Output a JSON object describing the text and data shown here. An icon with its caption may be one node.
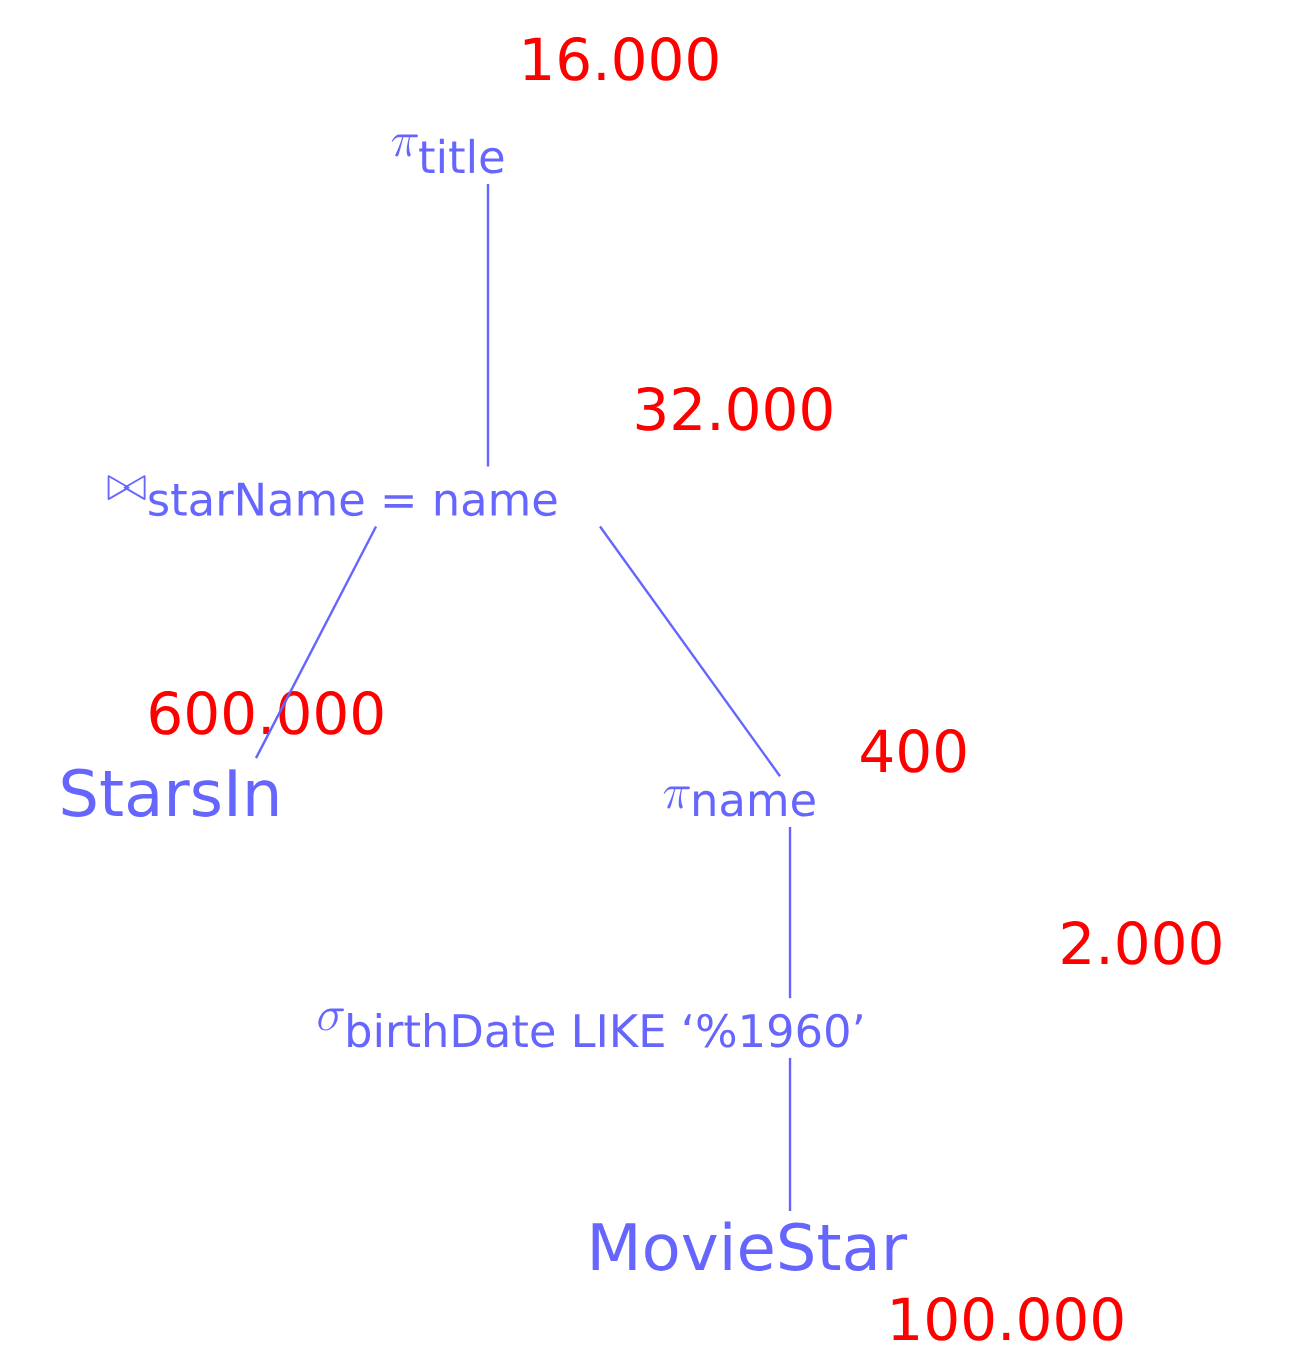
{
  "diagram": {
    "nodes": [
      {
        "text": [
          "\\pi_{\\text{title}}"
        ],
        "beside": [
          "16.000"
        ]
      },
      {
        "text": [
          "\\bowtie_{\\text{starName = name}}"
        ],
        "beside": [
          "32.000"
        ]
      },
      {
        "text": [
          "StarsIn"
        ],
        "beside": [
          "600.000"
        ]
      },
      {
        "text": [
          "\\pi_{\\text{name}}"
        ],
        "beside": [
          "400"
        ]
      },
      {
        "text": [
          "\\sigma_{\\text{birthDate LIKE ‘\\%1960’}}"
        ],
        "beside": [
          "2.000"
        ]
      },
      {
        "text": [
          "MovieStar"
        ],
        "beside": [
          "100.000"
        ]
      }
    ],
    "edges": [
      {
        "from": 0,
        "to": 1,
        "arrow": "none"
      },
      {
        "from": 1,
        "to": 2,
        "arrow": "none"
      },
      {
        "from": 1,
        "to": 3,
        "arrow": "none"
      },
      {
        "from": 3,
        "to": 4,
        "arrow": "none"
      },
      {
        "from": 4,
        "to": 5,
        "arrow": "none"
      }
    ]
  }
}
